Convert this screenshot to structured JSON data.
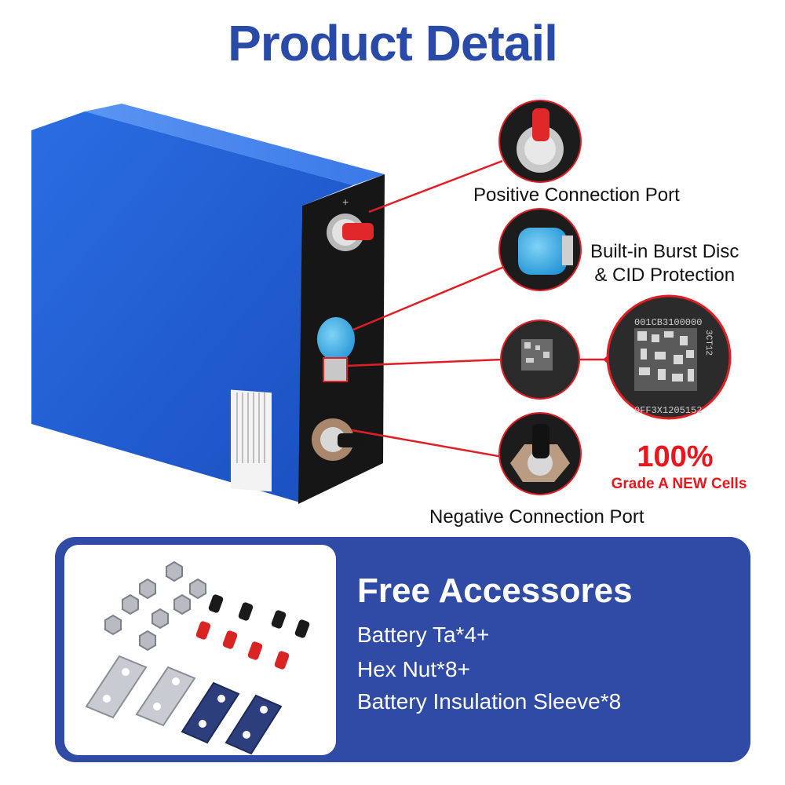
{
  "header": {
    "title": "Product Detail"
  },
  "callouts": {
    "positive_port": "Positive Connection Port",
    "burst_line1": "Built-in Burst Disc",
    "burst_line2": "& CID Protection",
    "negative_port": "Negative Connection Port"
  },
  "grade": {
    "percent": "100%",
    "label": "Grade A NEW Cells"
  },
  "qr_code": {
    "top_text": "001CB3100000",
    "bottom_text": "0FF3X1205152",
    "side_text": "3CT12"
  },
  "battery": {
    "polarity_mark": "+"
  },
  "accessories": {
    "title": "Free Accessores",
    "items": [
      "Battery Ta*4+",
      "Hex Nut*8+",
      "Battery Insulation Sleeve*8"
    ]
  },
  "colors": {
    "title_blue": "#2a4aa8",
    "panel_blue": "#2f4ba6",
    "accent_red": "#e8161d",
    "cell_blue": "#1f5fd6"
  }
}
